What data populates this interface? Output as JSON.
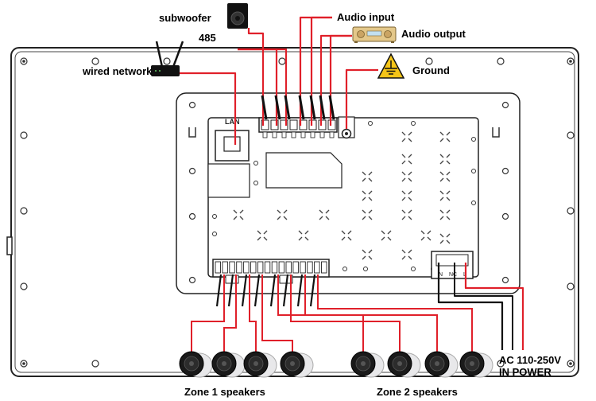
{
  "labels": {
    "subwoofer": "subwoofer",
    "rs485": "485",
    "audio_input": "Audio input",
    "audio_output": "Audio output",
    "wired_network": "wired network",
    "ground": "Ground",
    "ac_power_line1": "AC 110-250V",
    "ac_power_line2": "IN POWER",
    "zone1": "Zone 1 speakers",
    "zone2": "Zone 2 speakers",
    "lan_port": "LAN"
  },
  "power_terminal_marks": [
    "N",
    "NC",
    "L"
  ],
  "colors": {
    "wire_red": "#e0202a",
    "wire_black": "#111111",
    "outline": "#222222"
  }
}
